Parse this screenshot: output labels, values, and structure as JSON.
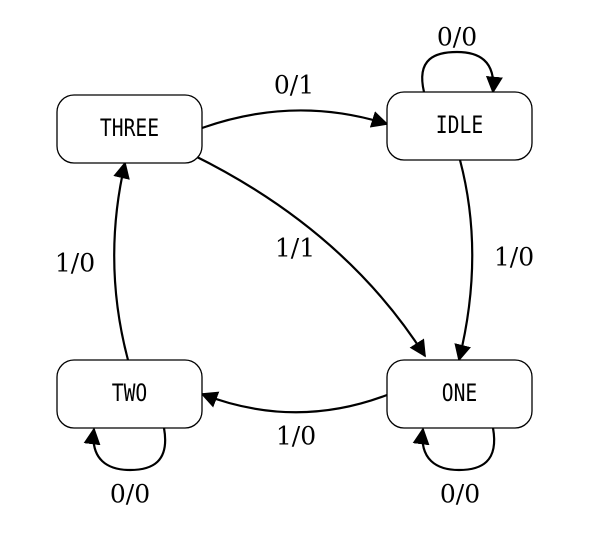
{
  "states": [
    {
      "id": "three",
      "label": "THREE"
    },
    {
      "id": "idle",
      "label": "IDLE"
    },
    {
      "id": "two",
      "label": "TWO"
    },
    {
      "id": "one",
      "label": "ONE"
    }
  ],
  "transitions": [
    {
      "id": "three-to-idle",
      "from": "THREE",
      "to": "IDLE",
      "label": "0/1"
    },
    {
      "id": "idle-self",
      "from": "IDLE",
      "to": "IDLE",
      "label": "0/0"
    },
    {
      "id": "three-to-one",
      "from": "THREE",
      "to": "ONE",
      "label": "1/1"
    },
    {
      "id": "idle-to-one",
      "from": "IDLE",
      "to": "ONE",
      "label": "1/0"
    },
    {
      "id": "two-to-three",
      "from": "TWO",
      "to": "THREE",
      "label": "1/0"
    },
    {
      "id": "one-to-two",
      "from": "ONE",
      "to": "TWO",
      "label": "1/0"
    },
    {
      "id": "two-self",
      "from": "TWO",
      "to": "TWO",
      "label": "0/0"
    },
    {
      "id": "one-self",
      "from": "ONE",
      "to": "ONE",
      "label": "0/0"
    }
  ]
}
